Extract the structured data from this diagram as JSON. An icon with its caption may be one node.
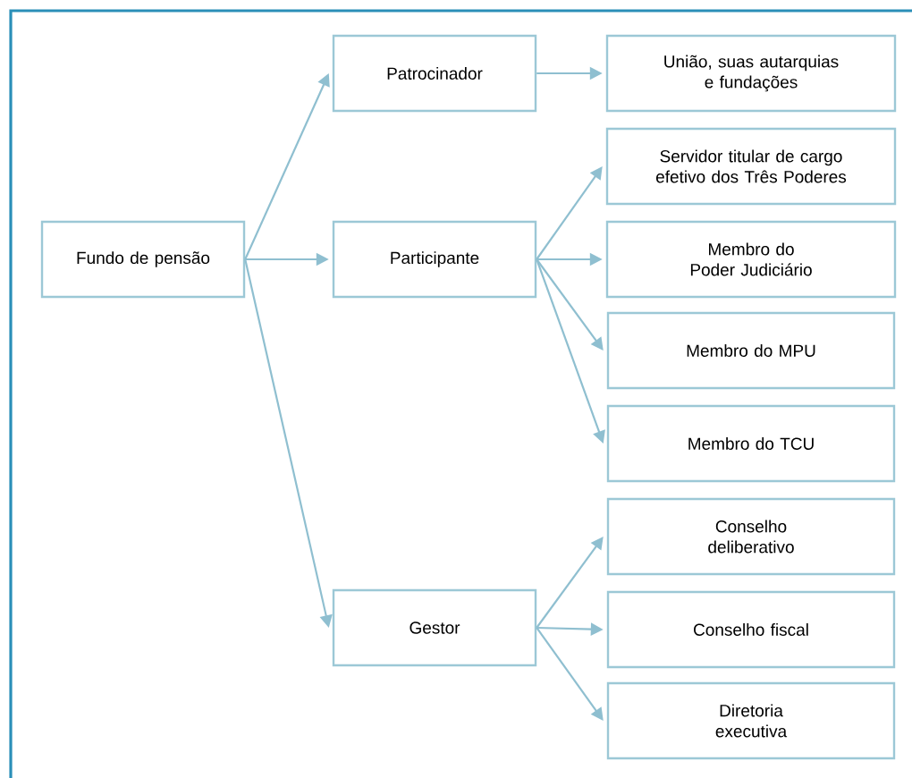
{
  "diagram": {
    "nodes": [
      {
        "text": [
          "Fundo de pensão"
        ]
      },
      {
        "text": [
          "Patrocinador"
        ]
      },
      {
        "text": [
          "Participante"
        ]
      },
      {
        "text": [
          "Gestor"
        ]
      },
      {
        "text": [
          "União, suas autarquias e fundações"
        ]
      },
      {
        "text": [
          "Servidor titular de cargo efetivo dos Três Poderes"
        ]
      },
      {
        "text": [
          "Membro do Poder Judiciário"
        ]
      },
      {
        "text": [
          "Membro do MPU"
        ]
      },
      {
        "text": [
          "Membro do TCU"
        ]
      },
      {
        "text": [
          "Conselho deliberativo"
        ]
      },
      {
        "text": [
          "Conselho fiscal"
        ]
      },
      {
        "text": [
          "Diretoria executiva"
        ]
      }
    ],
    "edges": [
      {
        "from": 0,
        "to": 1,
        "arrow": "to"
      },
      {
        "from": 0,
        "to": 2,
        "arrow": "to"
      },
      {
        "from": 0,
        "to": 3,
        "arrow": "to"
      },
      {
        "from": 1,
        "to": 4,
        "arrow": "to"
      },
      {
        "from": 2,
        "to": 5,
        "arrow": "to"
      },
      {
        "from": 2,
        "to": 6,
        "arrow": "to"
      },
      {
        "from": 2,
        "to": 7,
        "arrow": "to"
      },
      {
        "from": 2,
        "to": 8,
        "arrow": "to"
      },
      {
        "from": 3,
        "to": 9,
        "arrow": "to"
      },
      {
        "from": 3,
        "to": 10,
        "arrow": "to"
      },
      {
        "from": 3,
        "to": 11,
        "arrow": "to"
      }
    ]
  }
}
